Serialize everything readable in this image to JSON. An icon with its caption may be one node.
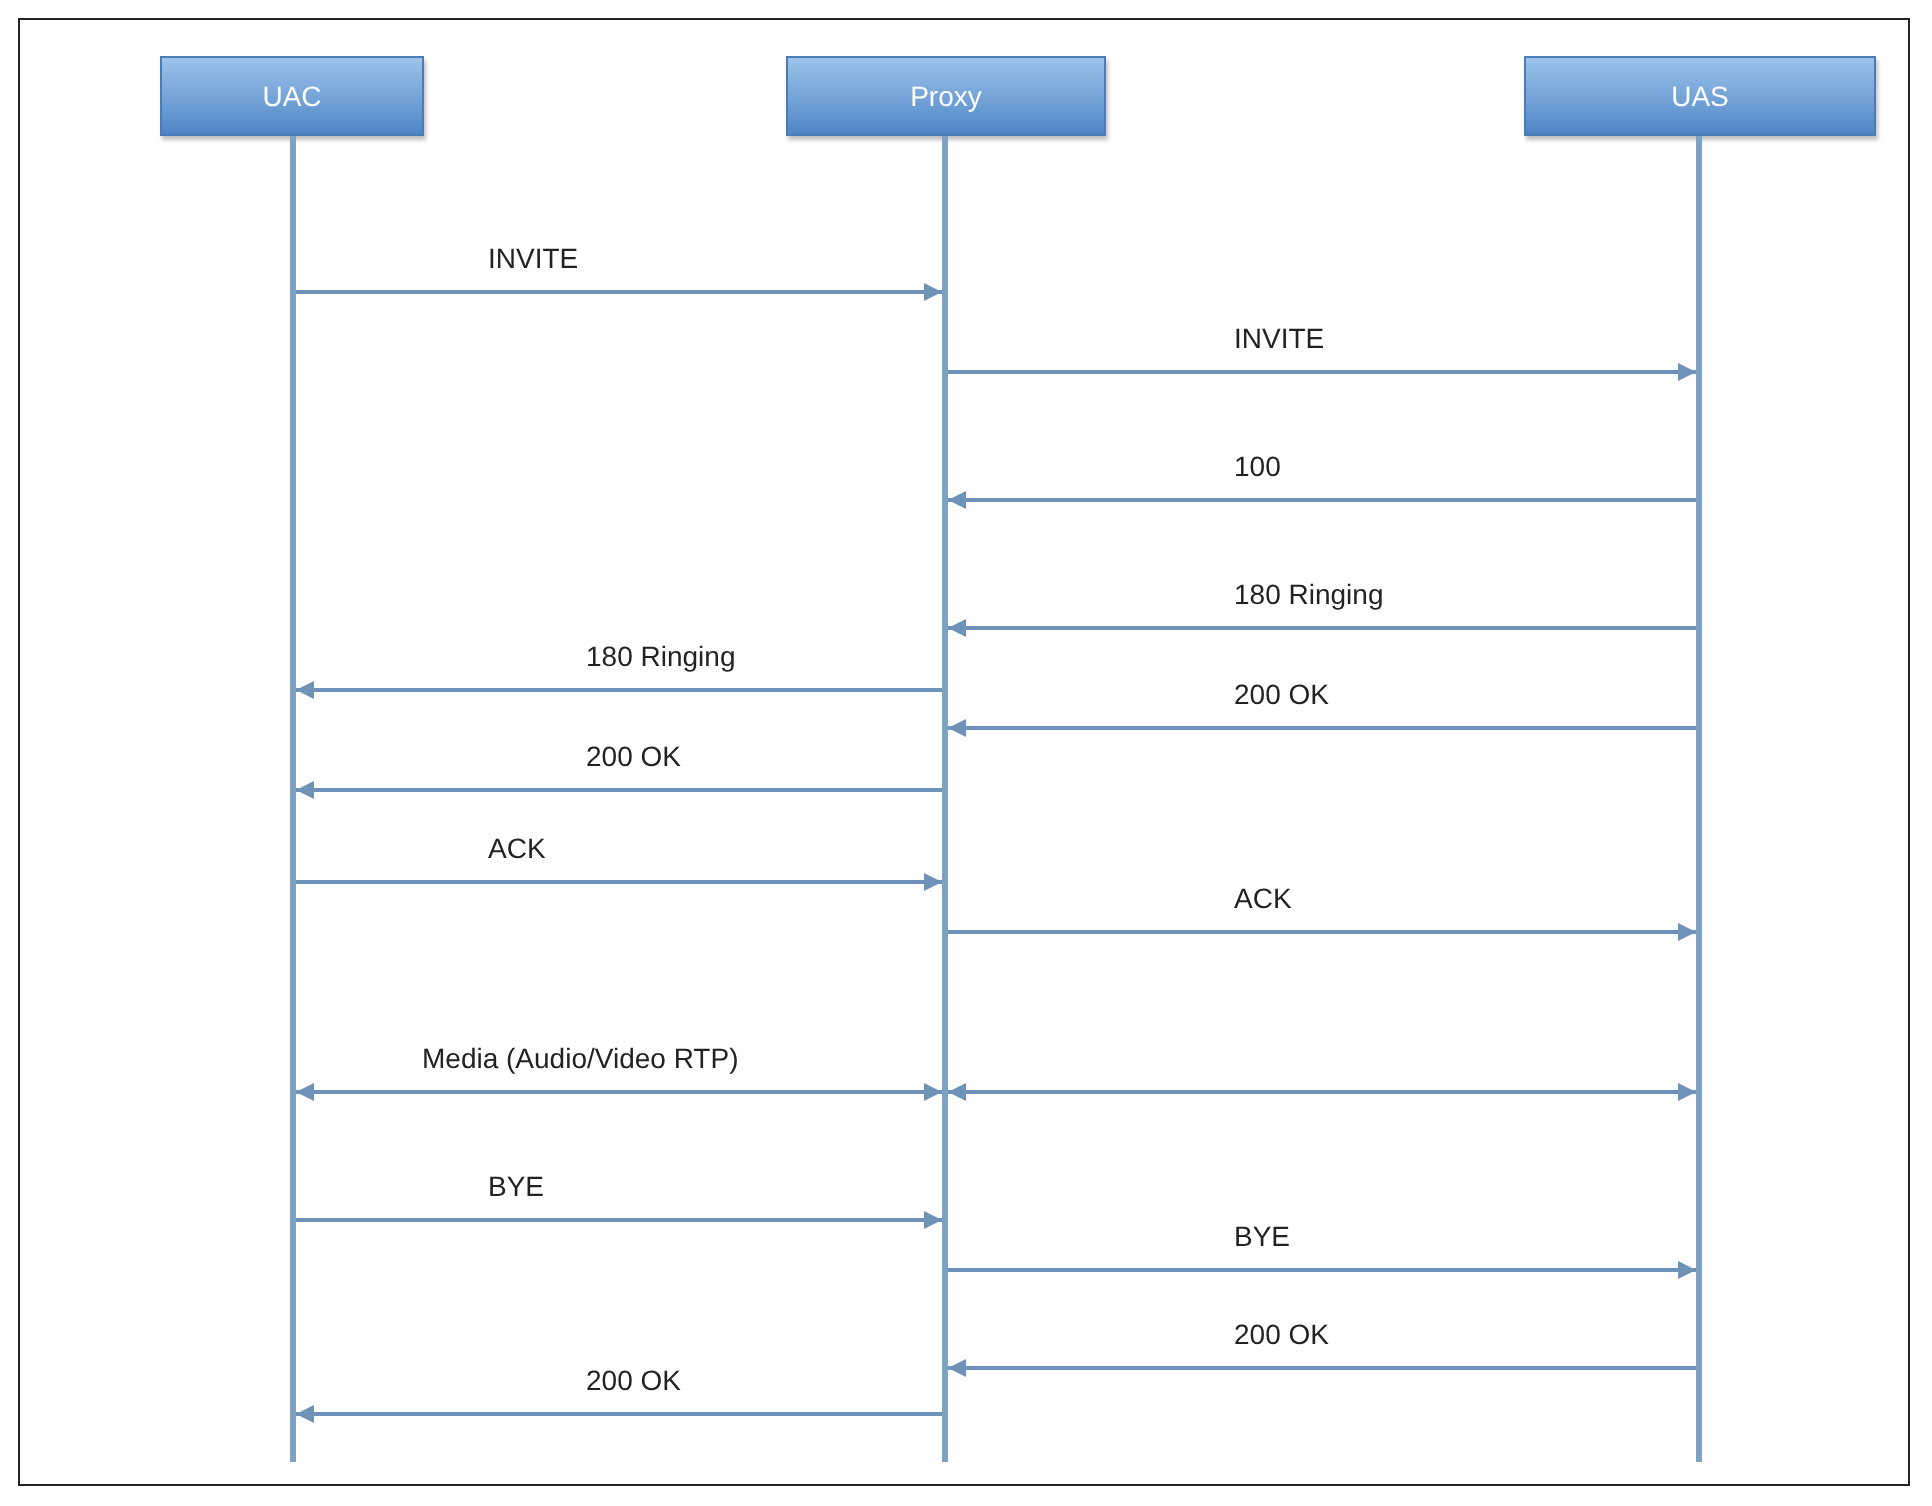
{
  "diagram": {
    "nodes": [
      {
        "text": [
          "UAC"
        ]
      },
      {
        "text": [
          "Proxy"
        ]
      },
      {
        "text": [
          "UAS"
        ]
      },
      {
        "text": [],
        "shape": "bar"
      },
      {
        "text": [],
        "shape": "bar"
      },
      {
        "text": [],
        "shape": "bar"
      }
    ],
    "edges": [
      {
        "from": 3,
        "to": 4,
        "arrow": "to",
        "label": "INVITE"
      },
      {
        "from": 4,
        "to": 5,
        "arrow": "to",
        "label": "INVITE"
      },
      {
        "from": 5,
        "to": 4,
        "arrow": "to",
        "label": "100"
      },
      {
        "from": 5,
        "to": 4,
        "arrow": "to",
        "label": "180 Ringing"
      },
      {
        "from": 4,
        "to": 3,
        "arrow": "to",
        "label": "180 Ringing"
      },
      {
        "from": 5,
        "to": 4,
        "arrow": "to",
        "label": "200 OK"
      },
      {
        "from": 4,
        "to": 3,
        "arrow": "to",
        "label": "200 OK"
      },
      {
        "from": 3,
        "to": 4,
        "arrow": "to",
        "label": "ACK"
      },
      {
        "from": 4,
        "to": 5,
        "arrow": "to",
        "label": "ACK"
      },
      {
        "from": 3,
        "to": 4,
        "arrow": "both",
        "label": "Media (Audio/Video RTP)"
      },
      {
        "from": 4,
        "to": 5,
        "arrow": "both"
      },
      {
        "from": 3,
        "to": 4,
        "arrow": "to",
        "label": "BYE"
      },
      {
        "from": 4,
        "to": 5,
        "arrow": "to",
        "label": "BYE"
      },
      {
        "from": 5,
        "to": 4,
        "arrow": "to",
        "label": "200 OK"
      },
      {
        "from": 4,
        "to": 3,
        "arrow": "to",
        "label": "200 OK"
      }
    ]
  }
}
